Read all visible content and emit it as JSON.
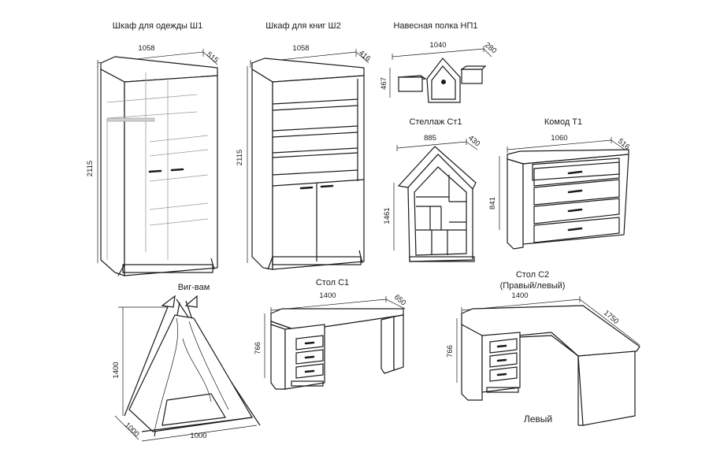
{
  "items": {
    "wardrobe": {
      "title": "Шкаф для одежды Ш1",
      "width": "1058",
      "depth": "515",
      "height": "2115"
    },
    "bookcase": {
      "title": "Шкаф для книг Ш2",
      "width": "1058",
      "depth": "416",
      "height": "2115"
    },
    "wall_shelf": {
      "title": "Навесная полка НП1",
      "width": "1040",
      "depth": "280",
      "height": "467"
    },
    "rack": {
      "title": "Стеллаж Ст1",
      "width": "885",
      "depth": "430",
      "height": "1461"
    },
    "dresser": {
      "title": "Комод Т1",
      "width": "1060",
      "depth": "516",
      "height": "841"
    },
    "teepee": {
      "title": "Виг-вам",
      "height": "1400",
      "width": "1000",
      "depth": "1000"
    },
    "desk_c1": {
      "title": "Стол С1",
      "width": "1400",
      "depth": "650",
      "height": "766"
    },
    "desk_c2": {
      "title": "Стол С2",
      "subtitle": "(Правый/левый)",
      "width": "1400",
      "depth": "1750",
      "height": "766",
      "variant": "Левый"
    }
  }
}
